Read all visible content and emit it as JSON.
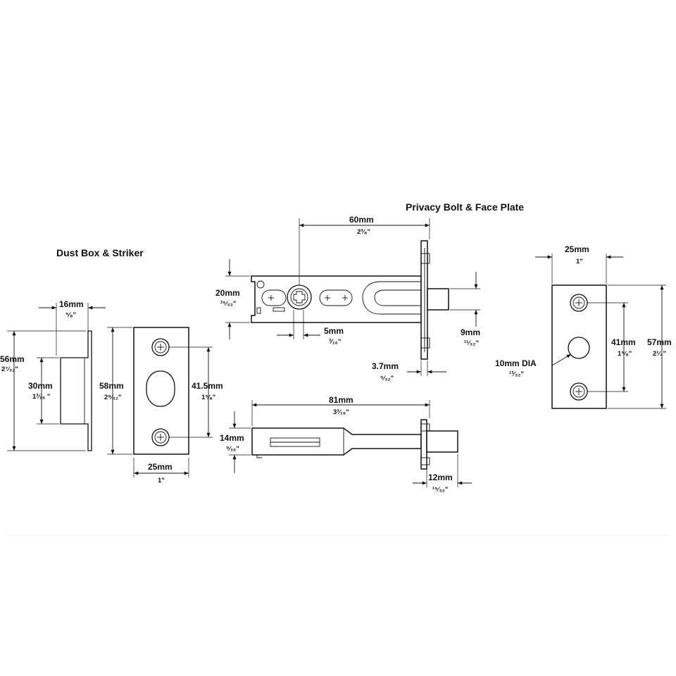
{
  "titles": {
    "dust_box": "Dust Box & Striker",
    "privacy_bolt": "Privacy Bolt & Face Plate"
  },
  "dust_box": {
    "height_mm": "56mm",
    "height_in": "2⁷⁄₃₂\"",
    "depth_mm": "16mm",
    "depth_in": "⁵⁄₈\"",
    "inner_mm": "30mm",
    "inner_in": "1³⁄₁₆ \""
  },
  "striker": {
    "height_mm": "58mm",
    "height_in": "2⁹⁄₃₂\"",
    "hole_spacing_mm": "41.5mm",
    "hole_spacing_in": "1⁵⁄₈\"",
    "width_mm": "25mm",
    "width_in": "1\""
  },
  "bolt_top": {
    "length_mm": "60mm",
    "length_in": "2³⁄₈\"",
    "body_mm": "20mm",
    "body_in": "²⁵⁄₃₂\"",
    "spindle_mm": "5mm",
    "spindle_in": "³⁄₁₆\"",
    "bolt_mm": "9mm",
    "bolt_in": "¹¹⁄₃₂\"",
    "plate_mm": "3.7mm",
    "plate_in": "⁵⁄₃₂\""
  },
  "bolt_side": {
    "length_mm": "81mm",
    "length_in": "3³⁄₁₆\"",
    "height_mm": "14mm",
    "height_in": "⁹⁄₁₆\"",
    "throw_mm": "12mm",
    "throw_in": "¹⁵⁄₃₂\""
  },
  "face_plate": {
    "width_mm": "25mm",
    "width_in": "1\"",
    "hole_spacing_mm": "41mm",
    "hole_spacing_in": "1⁵⁄₈\"",
    "height_mm": "57mm",
    "height_in": "2¹⁄₄\"",
    "hole_dia_mm": "10mm DIA",
    "hole_dia_in": "¹³⁄₃₂\""
  }
}
